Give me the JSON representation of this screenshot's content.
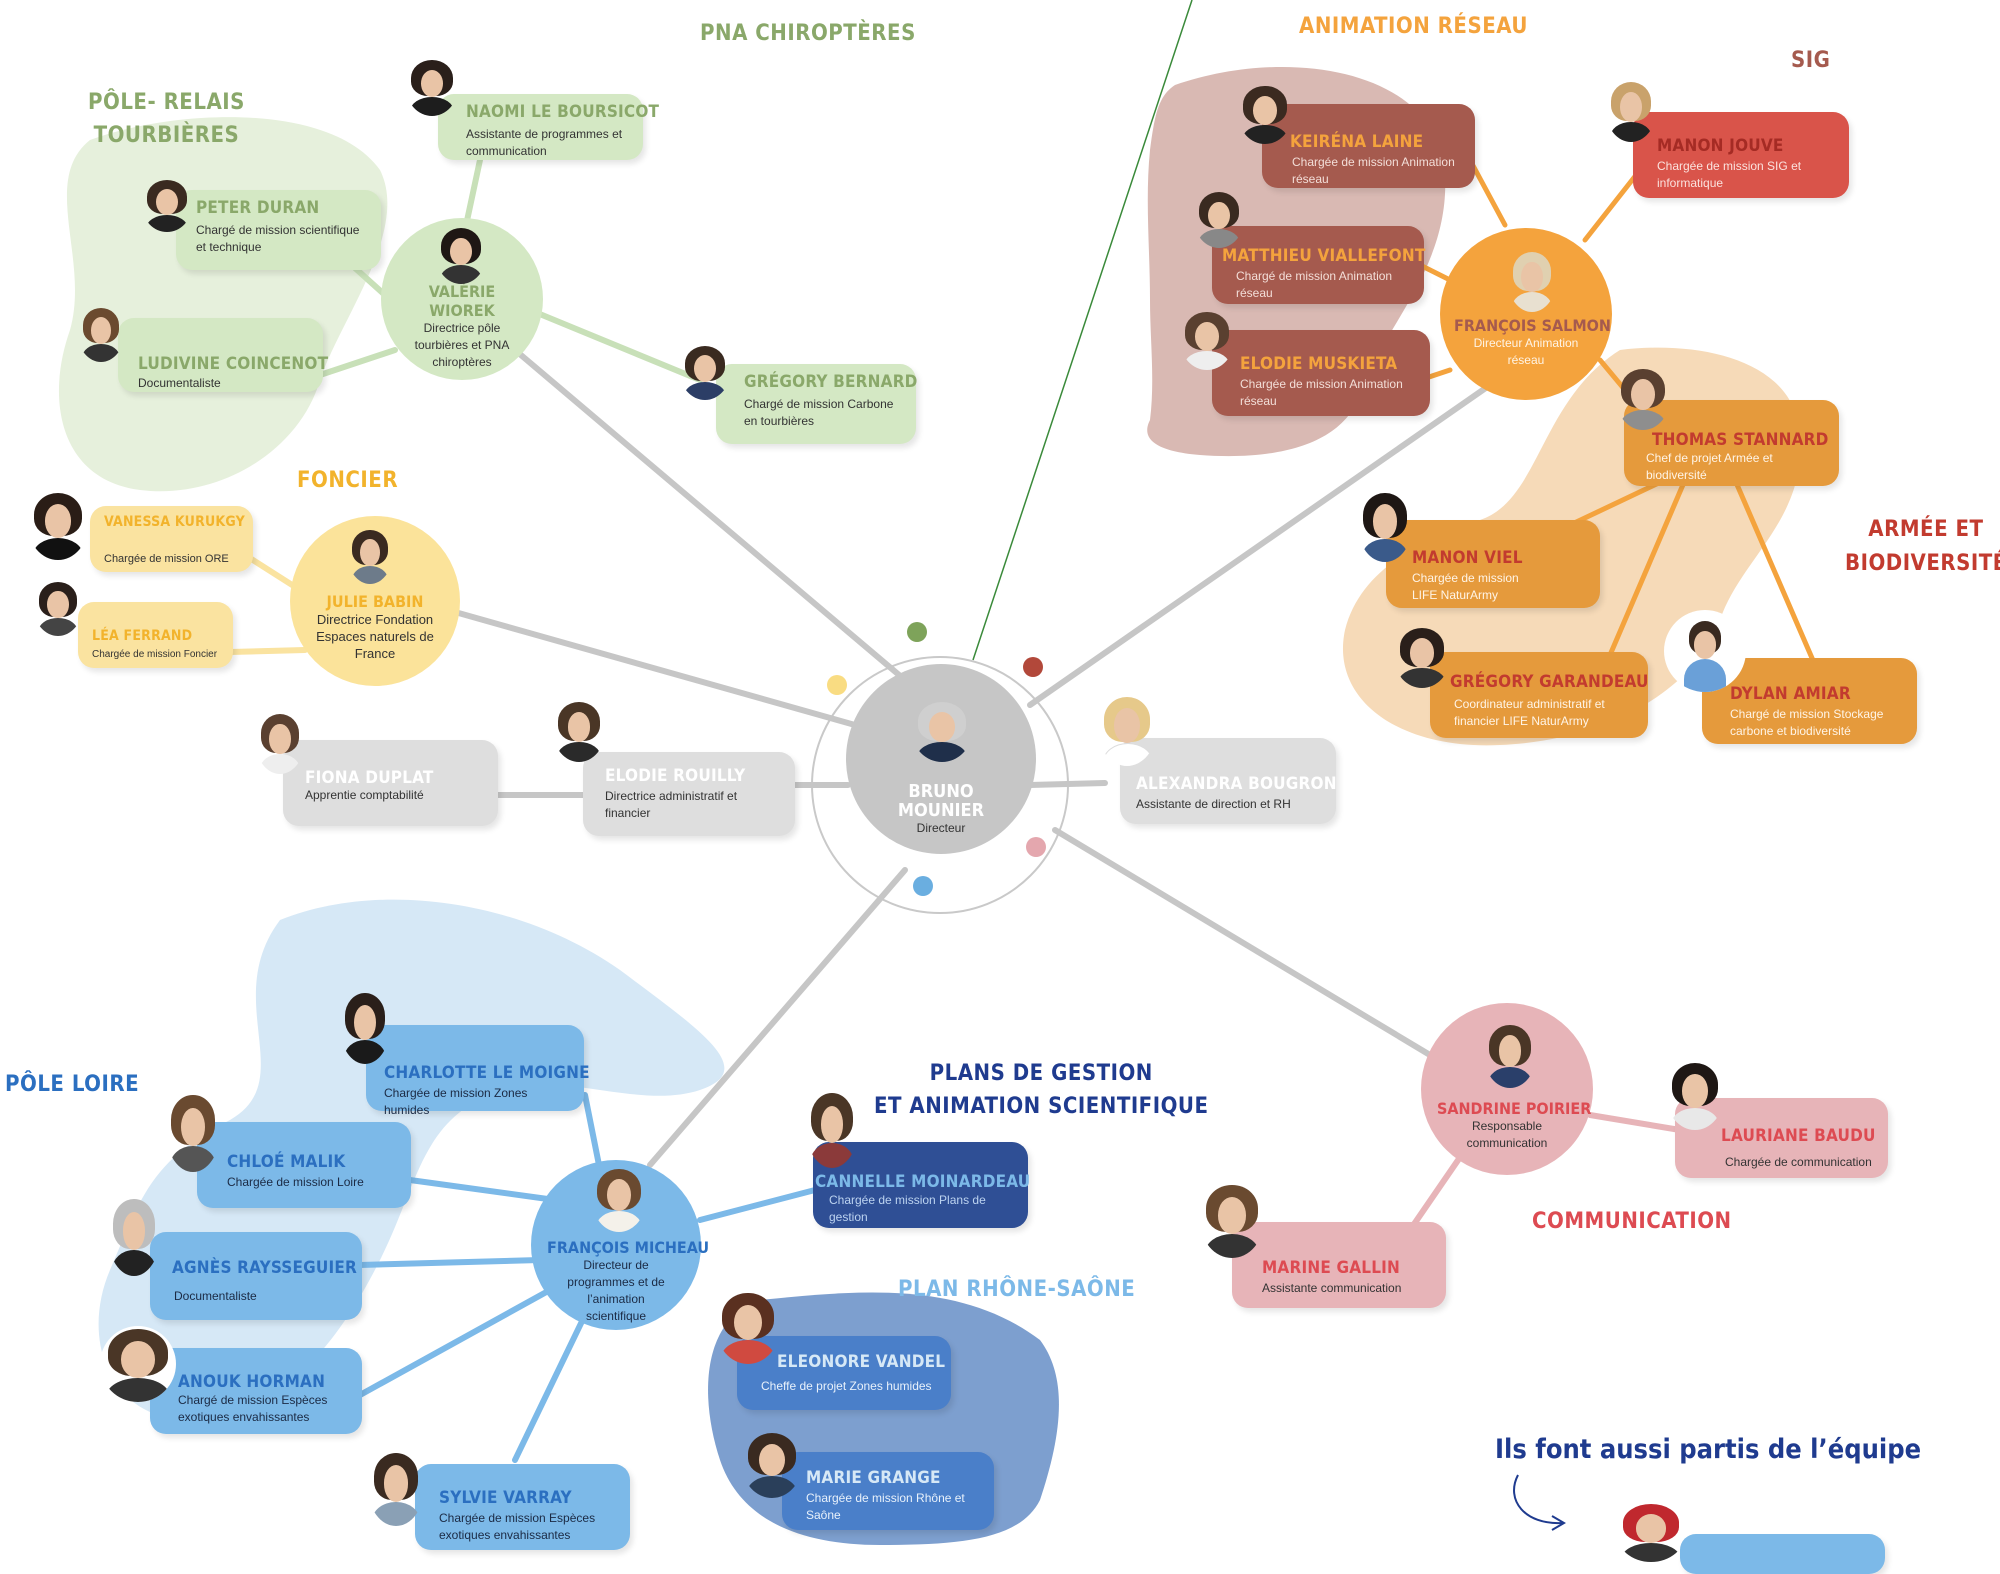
{
  "colors": {
    "green_dark": "#8aa86a",
    "green_light": "#d4e8c4",
    "green_blob": "#e6f0dc",
    "yellow_text": "#f2b32c",
    "yellow_light": "#fae3a0",
    "yellow_circle": "#fbe39a",
    "grey": "#c9c9c9",
    "grey_light": "#dedede",
    "orange": "#f4a33d",
    "orange_dark": "#e59a3c",
    "orange_blob": "#f6dab8",
    "brown": "#a55a4e",
    "brown_blob": "#d9b9b3",
    "red_title": "#c23b2f",
    "red_node": "#d9544a",
    "pink": "#e7b4b8",
    "pink_dark": "#dd4b52",
    "blue_light": "#7cb9e8",
    "blue_blob": "#d6e8f6",
    "blue_title": "#2b6fc0",
    "blue_dark": "#2f4f95",
    "blue_mid": "#4a7fc9",
    "blue_blob2": "#7d9fcf"
  },
  "sections": {
    "pna": "PNA  CHIROPTÈRES",
    "pole_tourbieres_1": "PÔLE- RELAIS",
    "pole_tourbieres_2": "TOURBIÈRES",
    "foncier": "FONCIER",
    "animation": "ANIMATION RÉSEAU",
    "sig": "SIG",
    "armee_1": "ARMÉE ET",
    "armee_2": "BIODIVERSITÉ",
    "pole_loire": "PÔLE  LOIRE",
    "plans_1": "PLANS DE GESTION",
    "plans_2": "ET ANIMATION SCIENTIFIQUE",
    "rhone": "PLAN  RHÔNE-SAÔNE",
    "communication": "COMMUNICATION",
    "footer": "Ils font aussi partis de l’équipe"
  },
  "center": {
    "name": "BRUNO\nMOUNIER",
    "role": "Directeur"
  },
  "hubs": {
    "valerie": {
      "name": "VALÉRIE\nWIOREK",
      "role": "Directrice pôle tourbières et PNA chiroptères"
    },
    "julie": {
      "name": "JULIE BABIN",
      "role": "Directrice Fondation Espaces naturels de France"
    },
    "francois_s": {
      "name": "FRANÇOIS SALMON",
      "role": "Directeur Animation réseau"
    },
    "francois_m": {
      "name": "FRANÇOIS MICHEAU",
      "role": "Directeur de programmes et de l’animation scientifique"
    },
    "sandrine": {
      "name": "SANDRINE POIRIER",
      "role": "Responsable communication"
    }
  },
  "people": {
    "naomi": {
      "name": "NAOMI LE BOURSICOT",
      "role": "Assistante de programmes et communication"
    },
    "peter": {
      "name": "PETER DURAN",
      "role": "Chargé de mission scientifique et technique"
    },
    "ludivine": {
      "name": "LUDIVINE COINCENOT",
      "role": "Documentaliste"
    },
    "gregory_b": {
      "name": "GRÉGORY BERNARD",
      "role": "Chargé de mission Carbone en tourbières"
    },
    "vanessa": {
      "name": "VANESSA KURUKGY",
      "role": "Chargée de mission ORE"
    },
    "lea": {
      "name": "LÉA FERRAND",
      "role": "Chargée de mission Foncier"
    },
    "fiona": {
      "name": "FIONA DUPLAT",
      "role": "Apprentie comptabilité"
    },
    "elodie_r": {
      "name": "ELODIE ROUILLY",
      "role": "Directrice administratif et financier"
    },
    "alexandra": {
      "name": "ALEXANDRA BOUGRON",
      "role": "Assistante de direction et RH"
    },
    "keirena": {
      "name": "KEIRÉNA LAINE",
      "role": "Chargée de mission Animation réseau"
    },
    "matthieu": {
      "name": "MATTHIEU VIALLEFONT",
      "role": "Chargé de mission Animation réseau"
    },
    "elodie_m": {
      "name": "ELODIE MUSKIETA",
      "role": "Chargée de mission Animation réseau"
    },
    "manon_j": {
      "name": "MANON JOUVE",
      "role": "Chargée de mission SIG et informatique"
    },
    "thomas": {
      "name": "THOMAS STANNARD",
      "role": "Chef de projet Armée et biodiversité"
    },
    "manon_v": {
      "name": "MANON VIEL",
      "role": "Chargée de mission LIFE NaturArmy"
    },
    "gregory_g": {
      "name": "GRÉGORY GARANDEAU",
      "role": "Coordinateur administratif et financier LIFE NaturArmy"
    },
    "dylan": {
      "name": "DYLAN AMIAR",
      "role": "Chargé de mission Stockage carbone et biodiversité"
    },
    "charlotte": {
      "name": "CHARLOTTE LE MOIGNE",
      "role": "Chargée de mission Zones humides"
    },
    "chloe": {
      "name": "CHLOÉ MALIK",
      "role": "Chargée de mission Loire"
    },
    "agnes": {
      "name": "AGNÈS RAYSSEGUIER",
      "role": "Documentaliste"
    },
    "anouk": {
      "name": "ANOUK HORMAN",
      "role": "Chargé de mission Espèces exotiques envahissantes"
    },
    "sylvie": {
      "name": "SYLVIE VARRAY",
      "role": "Chargée de mission Espèces exotiques envahissantes"
    },
    "cannelle": {
      "name": "CANNELLE MOINARDEAU",
      "role": "Chargée de mission Plans de gestion"
    },
    "eleonore": {
      "name": "ELEONORE VANDEL",
      "role": "Cheffe de projet Zones humides"
    },
    "marie": {
      "name": "MARIE GRANGE",
      "role": "Chargée de mission Rhône et Saône"
    },
    "lauriane": {
      "name": "LAURIANE BAUDU",
      "role": "Chargée de communication"
    },
    "marine": {
      "name": "MARINE GALLIN",
      "role": "Assistante communication"
    }
  }
}
